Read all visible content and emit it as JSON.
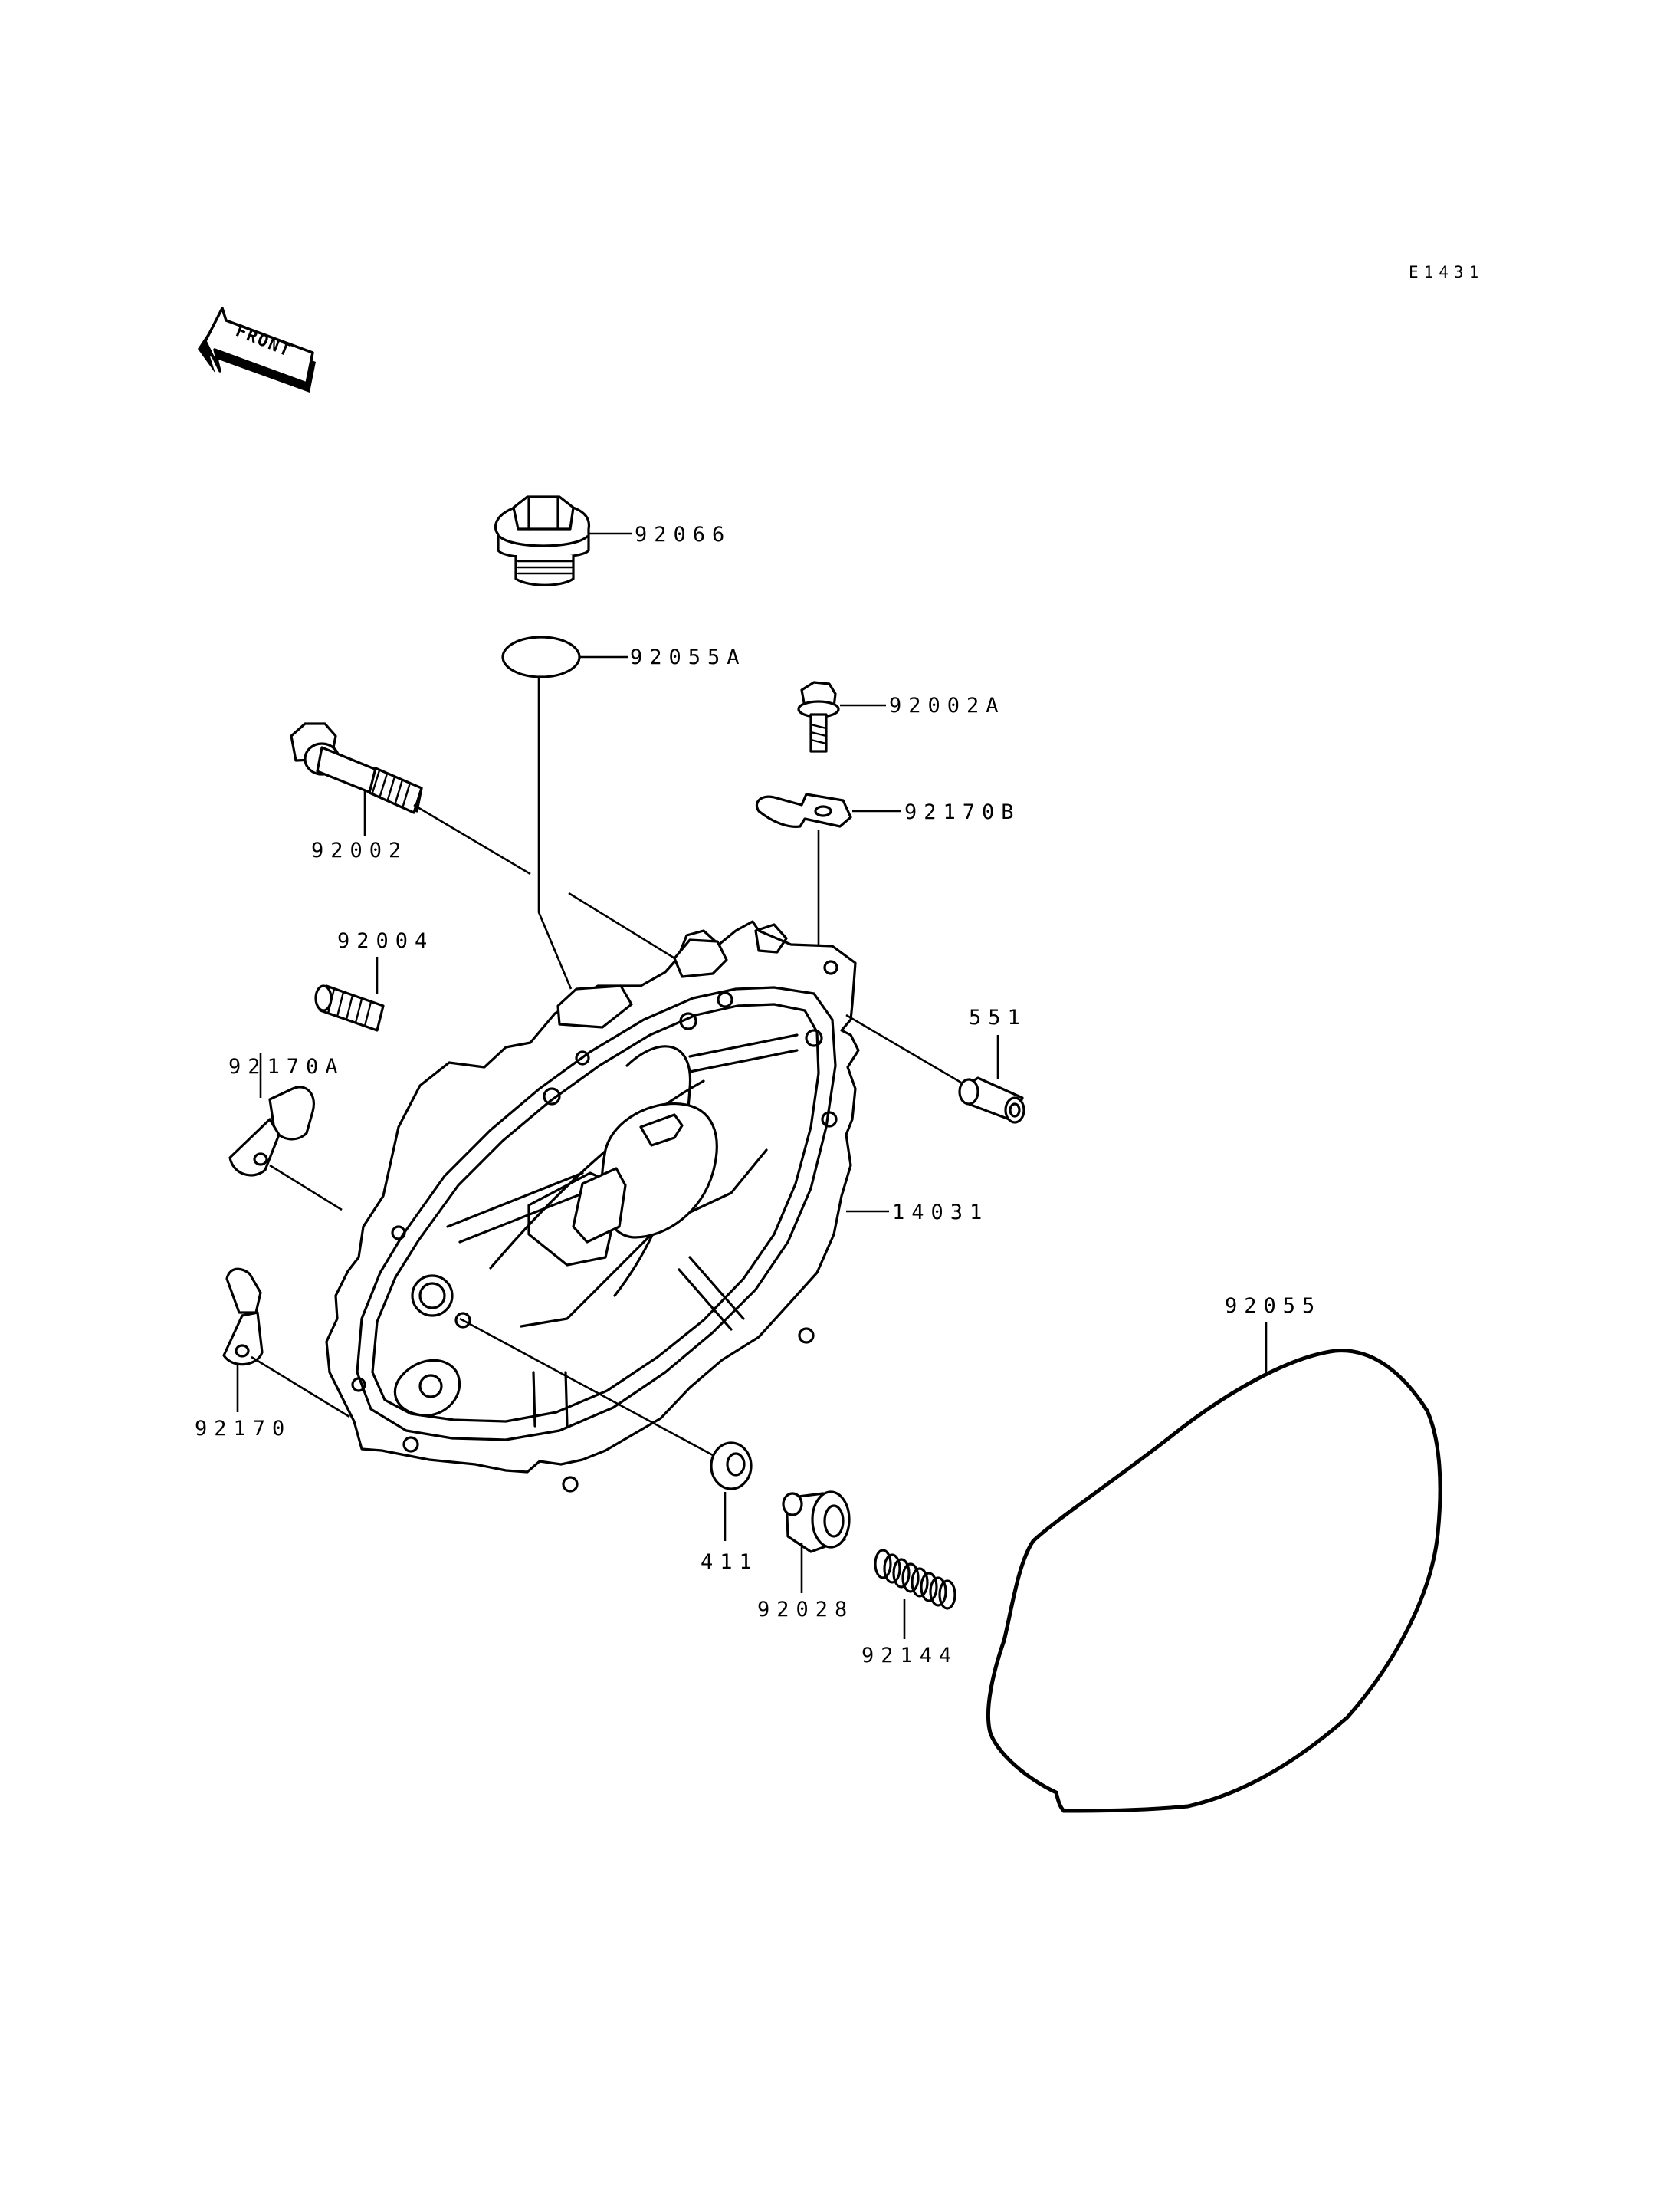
{
  "diagram_code": "E1431",
  "front_label": "FRONT",
  "labels": {
    "p92066": "92066",
    "p92055A": "92055A",
    "p92002A": "92002A",
    "p92170B": "92170B",
    "p92002": "92002",
    "p92004": "92004",
    "p92170A": "92170A",
    "p551": "551",
    "p14031": "14031",
    "p92055": "92055",
    "p92170": "92170",
    "p411": "411",
    "p92028": "92028",
    "p92144": "92144"
  }
}
